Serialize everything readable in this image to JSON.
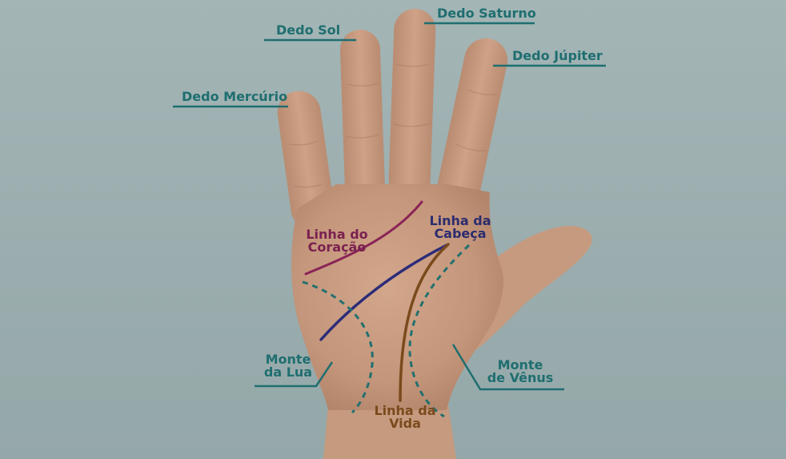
{
  "labels": {
    "dedo_saturno": "Dedo Saturno",
    "dedo_sol": "Dedo Sol",
    "dedo_jupiter": "Dedo Júpiter",
    "dedo_mercurio": "Dedo Mercúrio",
    "linha_coracao_1": "Linha do",
    "linha_coracao_2": "Coração",
    "linha_cabeca_1": "Linha da",
    "linha_cabeca_2": "Cabeça",
    "monte_lua_1": "Monte",
    "monte_lua_2": "da Lua",
    "monte_venus_1": "Monte",
    "monte_venus_2": "de Vênus",
    "linha_vida_1": "Linha da",
    "linha_vida_2": "Vida"
  },
  "colors": {
    "background": "#9aaeae",
    "skin": "#c79a80",
    "skin_shadow": "#b3856c",
    "leader_line": "#1f6e70",
    "heart_line": "#8a2457",
    "head_line": "#2c2c78",
    "life_line": "#7a4a1c",
    "mount_dash": "#23706f"
  }
}
